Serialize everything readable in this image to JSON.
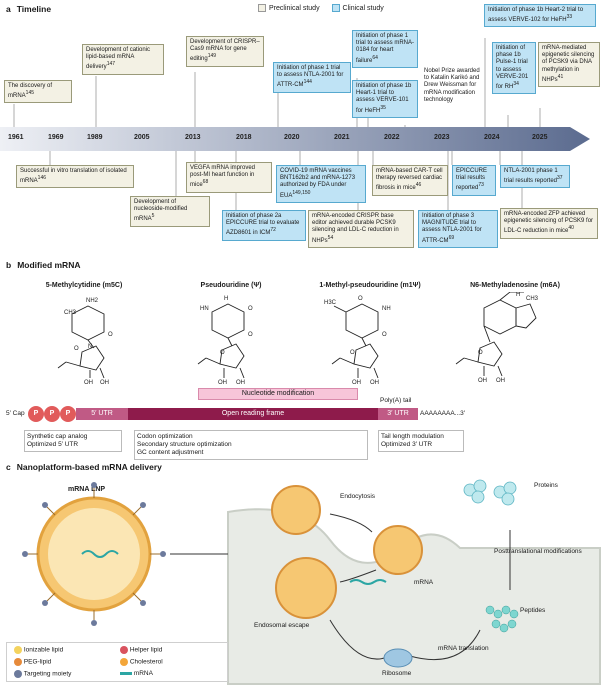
{
  "panel_a": {
    "letter": "a",
    "title": "Timeline",
    "legend": {
      "preclinical": "Preclinical study",
      "clinical": "Clinical study"
    },
    "years": [
      "1961",
      "1969",
      "1989",
      "2005",
      "2013",
      "2018",
      "2020",
      "2021",
      "2022",
      "2023",
      "2024",
      "2025"
    ],
    "events_top": [
      {
        "text": "The discovery of mRNA",
        "sup": "145",
        "type": "pre"
      },
      {
        "text": "Development of cationic lipid-based mRNA delivery",
        "sup": "147",
        "type": "pre"
      },
      {
        "text": "Development of CRISPR–Cas9 mRNA for gene editing",
        "sup": "149",
        "type": "pre"
      },
      {
        "text": "Initiation of phase 1 trial to assess NTLA-2001 for ATTR-CM",
        "sup": "144",
        "type": "clin"
      },
      {
        "text": "Initiation of phase 1 trial to assess mRNA-0184 for heart failure",
        "sup": "64",
        "type": "clin"
      },
      {
        "text": "Initiation of phase 1b Heart-1 trial to assess VERVE-101 for HeFH",
        "sup": "35",
        "type": "clin"
      },
      {
        "text": "Nobel Prize awarded to Katalin Karikó and Drew Weissman for mRNA modification technology",
        "sup": "",
        "type": "none"
      },
      {
        "text": "Initiation of phase 1b Heart-2 trial to assess VERVE-102 for HeFH",
        "sup": "33",
        "type": "clin"
      },
      {
        "text": "Initiation of phase 1b Pulse-1 trial to assess VERVE-201 for RH",
        "sup": "34",
        "type": "clin"
      },
      {
        "text": "mRNA-mediated epigenetic silencing of PCSK9 via DNA methylation in NHPs",
        "sup": "41",
        "type": "pre"
      }
    ],
    "events_bottom": [
      {
        "text": "Successful in vitro translation of isolated mRNA",
        "sup": "146",
        "type": "pre"
      },
      {
        "text": "VEGFA mRNA improved post-MI heart function in mice",
        "sup": "68",
        "type": "pre"
      },
      {
        "text": "Development of nucleoside-modified mRNA",
        "sup": "5",
        "type": "pre"
      },
      {
        "text": "COVID-19 mRNA vaccines BNT162b2 and mRNA-1273 authorized by FDA under EUA",
        "sup": "149,150",
        "type": "clin"
      },
      {
        "text": "Initiation of phase 2a EPICCURE trial to evaluate AZD8601 in ICM",
        "sup": "72",
        "type": "clin"
      },
      {
        "text": "mRNA-encoded CRISPR base editor achieved durable PCSK9 silencing and LDL-C reduction in NHPs",
        "sup": "54",
        "type": "pre"
      },
      {
        "text": "mRNA-based CAR-T cell therapy reversed cardiac fibrosis in mice",
        "sup": "46",
        "type": "pre"
      },
      {
        "text": "EPICCURE trial results reported",
        "sup": "73",
        "type": "clin"
      },
      {
        "text": "Initiation of phase 3 MAGNITUDE trial to assess NTLA-2001 for ATTR-CM",
        "sup": "69",
        "type": "clin"
      },
      {
        "text": "NTLA-2001 phase 1 trial results reported",
        "sup": "37",
        "type": "clin"
      },
      {
        "text": "mRNA-encoded ZFP achieved epigenetic silencing of PCSK9 for LDL-C reduction in mice",
        "sup": "40",
        "type": "pre"
      }
    ]
  },
  "panel_b": {
    "letter": "b",
    "title": "Modified mRNA",
    "nucleosides": [
      "5-Methylcytidine (m5C)",
      "Pseudouridine (Ψ)",
      "1-Methyl-pseudouridine (m1Ψ)",
      "N6-Methyladenosine (m6A)"
    ],
    "nucleotide_modification": "Nucleotide modification",
    "cap": "5′ Cap",
    "utr5": "5′ UTR",
    "orf": "Open reading frame",
    "utr3": "3′ UTR",
    "polya_label": "Poly(A) tail",
    "polya_seq": "AAAAAAAA...3′",
    "phosphate": "P",
    "opt_cap": [
      "Synthetic cap analog",
      "Optimized 5′ UTR"
    ],
    "opt_orf": [
      "Codon optimization",
      "Secondary structure optimization",
      "GC content adjustment"
    ],
    "opt_tail": [
      "Tail length modulation",
      "Optimized 3′ UTR"
    ]
  },
  "panel_c": {
    "letter": "c",
    "title": "Nanoplatform-based mRNA delivery",
    "lnp_label": "mRNA LNP",
    "labels": {
      "endocytosis": "Endocytosis",
      "proteins": "Proteins",
      "ptm": "Posttranslational modifications",
      "escape": "Endosomal escape",
      "mrna": "mRNA",
      "peptides": "Peptides",
      "ribosome": "Ribosome",
      "translation": "mRNA translation"
    },
    "legend": [
      "Ionizable lipid",
      "Helper lipid",
      "PEG-lipid",
      "Cholesterol",
      "Targeting moiety",
      "mRNA"
    ]
  },
  "colors": {
    "preclinical": "#f3f1e4",
    "clinical": "#bfe3f5",
    "arrow": "#5b6b8f",
    "orf": "#8e1b4b",
    "lipid": "#f4b860"
  }
}
